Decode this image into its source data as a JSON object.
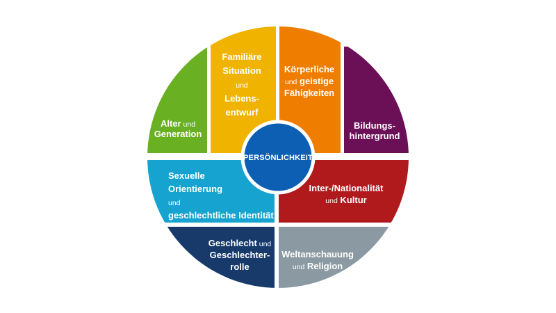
{
  "diagram": {
    "center": {
      "label": "PERSÖNLICHKEIT",
      "color": "#0d5fb3"
    },
    "segments": [
      {
        "id": "alter",
        "color": "#6ab023",
        "lines": [
          [
            [
              "Alter",
              "b"
            ],
            [
              " und",
              "s"
            ]
          ],
          [
            [
              "Generation",
              "b"
            ]
          ]
        ]
      },
      {
        "id": "familiaere-situation",
        "color": "#f0b400",
        "lines": [
          [
            [
              "Familiäre",
              "b"
            ]
          ],
          [
            [
              "Situation",
              "b"
            ]
          ],
          [
            [
              "und",
              "s"
            ]
          ],
          [
            [
              "Lebens-",
              "b"
            ]
          ],
          [
            [
              "entwurf",
              "b"
            ]
          ]
        ]
      },
      {
        "id": "koerperliche-faehigkeiten",
        "color": "#ef7d00",
        "lines": [
          [
            [
              "Körperliche",
              "b"
            ]
          ],
          [
            [
              "und",
              "s"
            ],
            [
              " geistige",
              "b"
            ]
          ],
          [
            [
              "Fähigkeiten",
              "b"
            ]
          ]
        ]
      },
      {
        "id": "bildungshintergrund",
        "color": "#6b0f57",
        "lines": [
          [
            [
              "Bildungs-",
              "b"
            ]
          ],
          [
            [
              "hintergrund",
              "b"
            ]
          ]
        ]
      },
      {
        "id": "sexuelle-orientierung",
        "color": "#16a3cf",
        "lines": [
          [
            [
              "Sexuelle",
              "b"
            ]
          ],
          [
            [
              "Orientierung",
              "b"
            ]
          ],
          [
            [
              "und",
              "s"
            ]
          ],
          [
            [
              "geschlechtliche Identität",
              "b"
            ]
          ]
        ]
      },
      {
        "id": "nationalitaet-kultur",
        "color": "#b01a1d",
        "lines": [
          [
            [
              "Inter-/Nationalität",
              "b"
            ]
          ],
          [
            [
              "und",
              "s"
            ],
            [
              " Kultur",
              "b"
            ]
          ]
        ]
      },
      {
        "id": "geschlecht-rolle",
        "color": "#173a6b",
        "lines": [
          [
            [
              "Geschlecht",
              "b"
            ],
            [
              " und",
              "s"
            ]
          ],
          [
            [
              "Geschlechter-",
              "b"
            ]
          ],
          [
            [
              "rolle",
              "b"
            ]
          ]
        ]
      },
      {
        "id": "weltanschauung-religion",
        "color": "#8b9aa2",
        "lines": [
          [
            [
              "Weltanschauung",
              "b"
            ]
          ],
          [
            [
              "und",
              "s"
            ],
            [
              " Religion",
              "b"
            ]
          ]
        ]
      }
    ]
  }
}
